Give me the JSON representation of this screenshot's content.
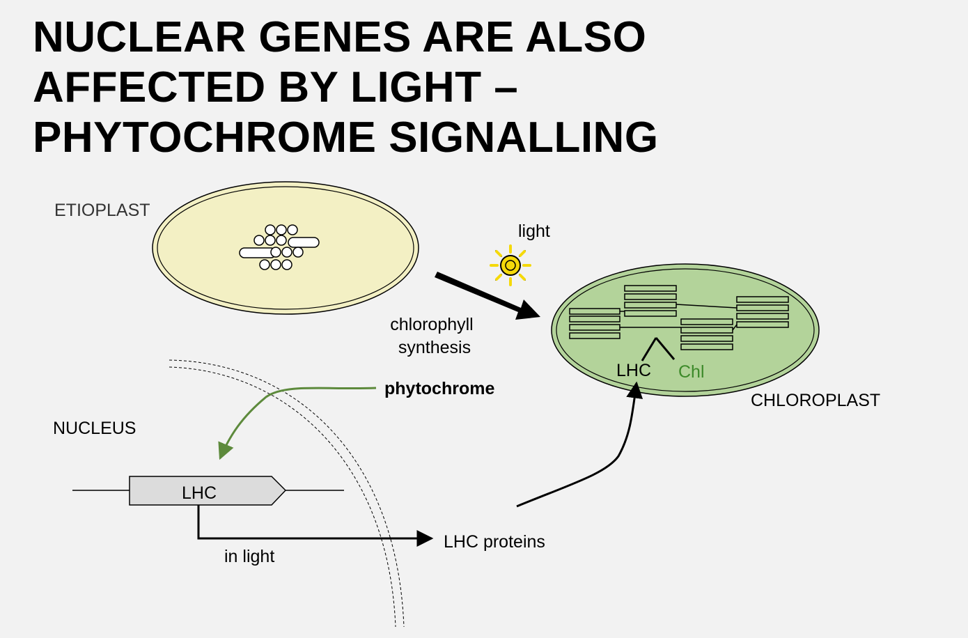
{
  "title": {
    "lines": [
      "NUCLEAR GENES ARE ALSO",
      "AFFECTED BY LIGHT –",
      "PHYTOCHROME SIGNALLING"
    ]
  },
  "diagram": {
    "labels": {
      "etioplast": "ETIOPLAST",
      "light": "light",
      "chlorophyll_synthesis_line1": "chlorophyll",
      "chlorophyll_synthesis_line2": "synthesis",
      "chloroplast": "CHLOROPLAST",
      "phytochrome": "phytochrome",
      "nucleus": "NUCLEUS",
      "gene": "LHC",
      "in_light": "in light",
      "lhc_proteins": "LHC proteins",
      "lhc_in_chloroplast": "LHC",
      "chl": "Chl"
    },
    "colors": {
      "background": "#f2f2f2",
      "etioplast_fill": "#f3f0c4",
      "chloroplast_fill": "#b3d39a",
      "phytochrome_arrow": "#5d8a3c",
      "chl_text": "#3d8a2a",
      "sun_fill": "#f5d90a",
      "gene_box_fill": "#dcdcdc"
    },
    "icons": {
      "sun": "sun-icon"
    }
  }
}
